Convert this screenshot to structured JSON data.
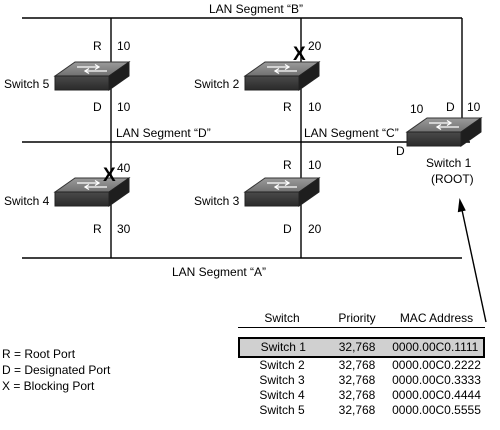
{
  "segments": {
    "b": "LAN Segment “B”",
    "d": "LAN Segment “D”",
    "c": "LAN Segment “C”",
    "a": "LAN Segment “A”"
  },
  "switches": {
    "s5": "Switch 5",
    "s2": "Switch 2",
    "s4": "Switch 4",
    "s3": "Switch 3",
    "s1": "Switch 1",
    "s1_root": "(ROOT)"
  },
  "ports": {
    "s5_top_role": "R",
    "s5_top_cost": "10",
    "s5_bot_role": "D",
    "s5_bot_cost": "10",
    "s2_top_cost": "20",
    "s2_bot_role": "R",
    "s2_bot_cost": "10",
    "s4_top_cost": "40",
    "s4_bot_role": "R",
    "s4_bot_cost": "30",
    "s3_top_role": "R",
    "s3_top_cost": "10",
    "s3_bot_role": "D",
    "s3_bot_cost": "20",
    "s1_left_cost": "10",
    "s1_top_role": "D",
    "s1_top_cost": "10",
    "s1_left_role": "D",
    "block_mark": "X"
  },
  "legend": [
    "R = Root Port",
    "D = Designated Port",
    "X = Blocking Port"
  ],
  "table": {
    "headers": [
      "Switch",
      "Priority",
      "MAC Address"
    ],
    "rows": [
      [
        "Switch 1",
        "32,768",
        "0000.00C0.1111"
      ],
      [
        "Switch 2",
        "32,768",
        "0000.00C0.2222"
      ],
      [
        "Switch 3",
        "32,768",
        "0000.00C0.3333"
      ],
      [
        "Switch 4",
        "32,768",
        "0000.00C0.4444"
      ],
      [
        "Switch 5",
        "32,768",
        "0000.00C0.5555"
      ]
    ]
  }
}
